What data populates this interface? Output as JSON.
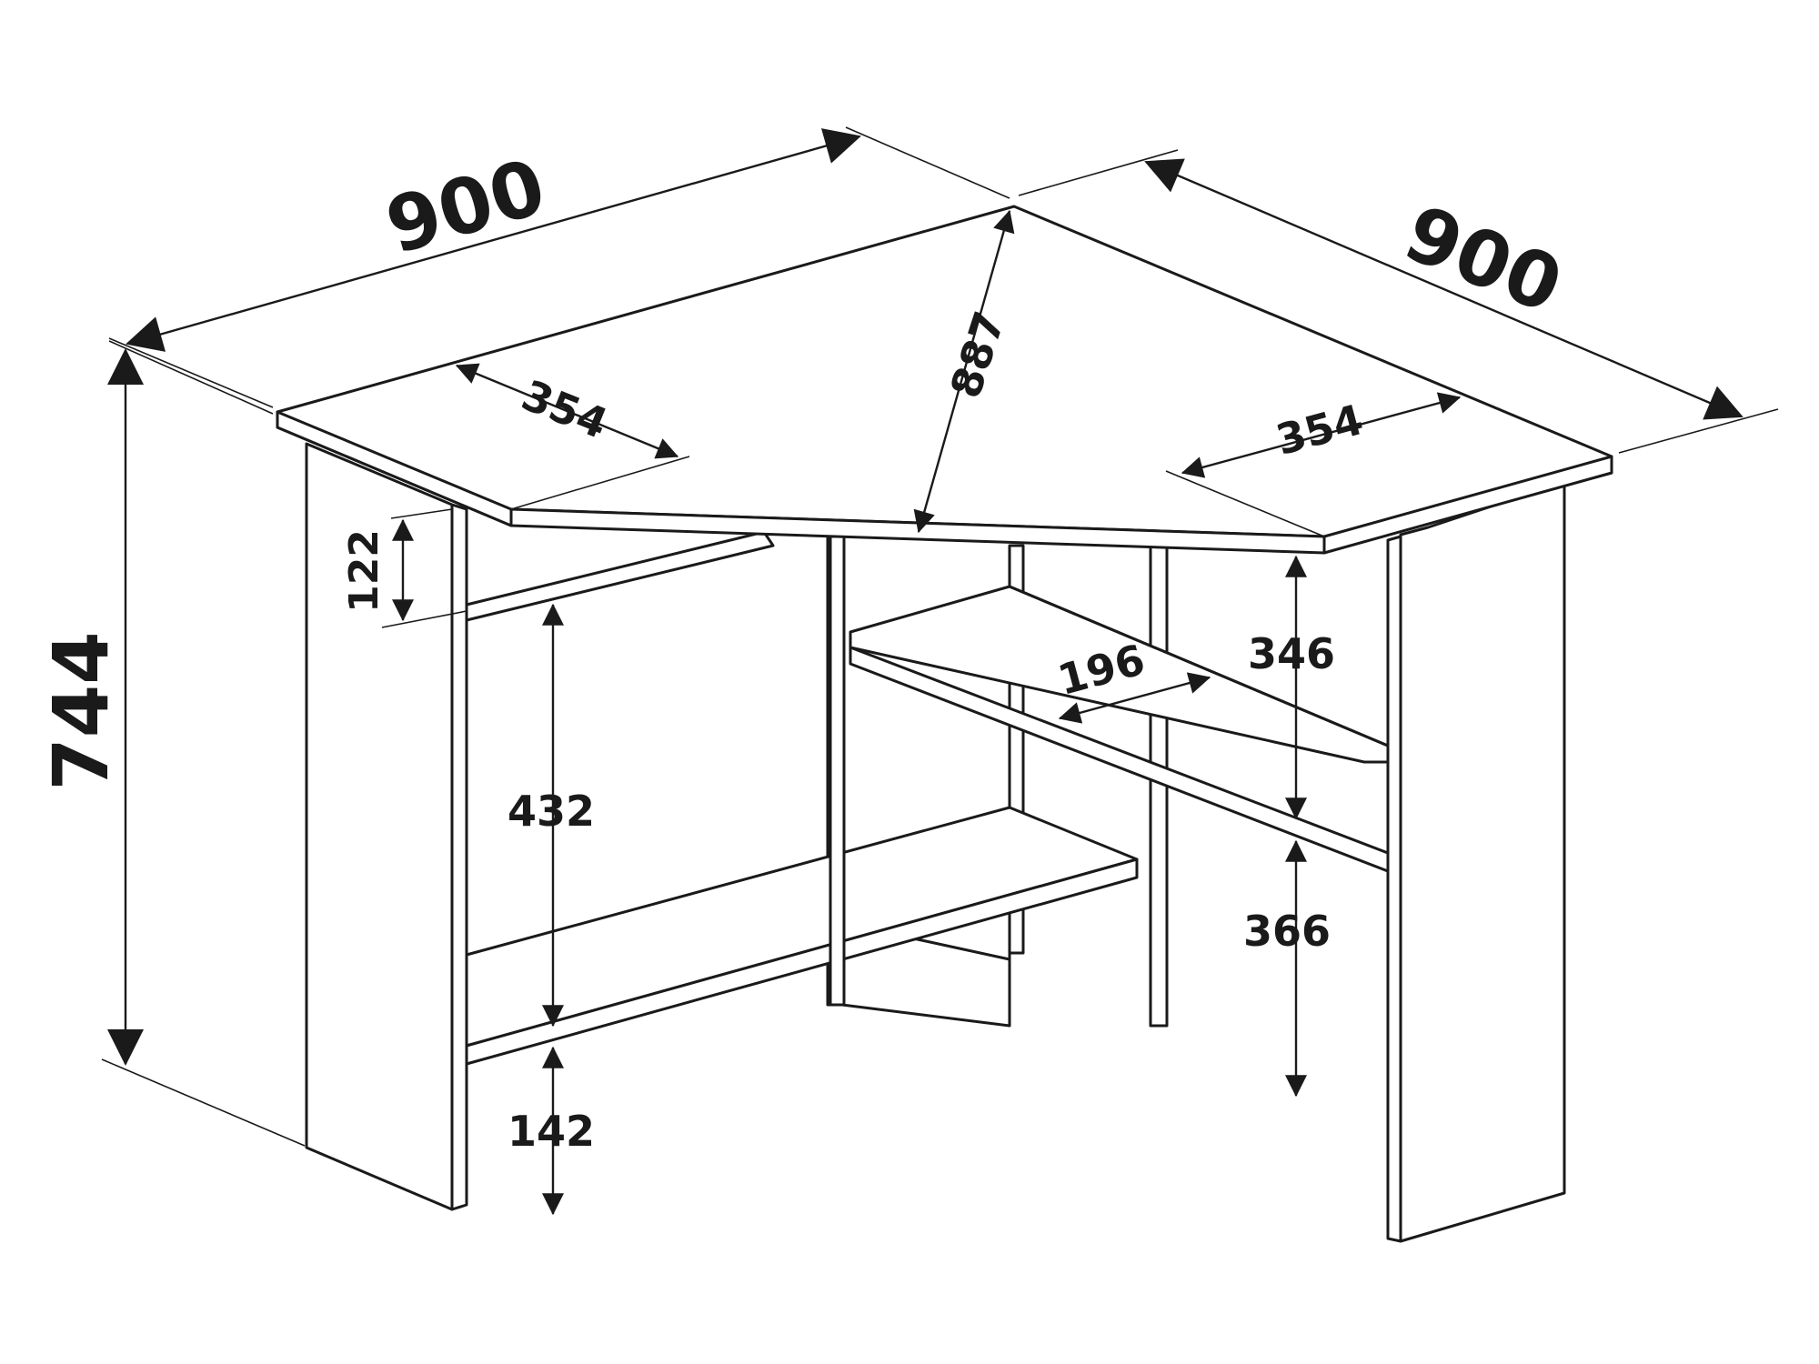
{
  "colors": {
    "ink": "#1a1a1a",
    "background": "#ffffff"
  },
  "dimensions": {
    "width_left": "900",
    "width_right": "900",
    "height_total": "744",
    "diagonal_depth": "887",
    "top_left_depth": "354",
    "top_right_depth": "354",
    "apron_height": "122",
    "shelf_depth": "196",
    "upper_opening": "346",
    "lower_opening": "366",
    "leg_opening": "432",
    "bottom_clearance": "142"
  }
}
